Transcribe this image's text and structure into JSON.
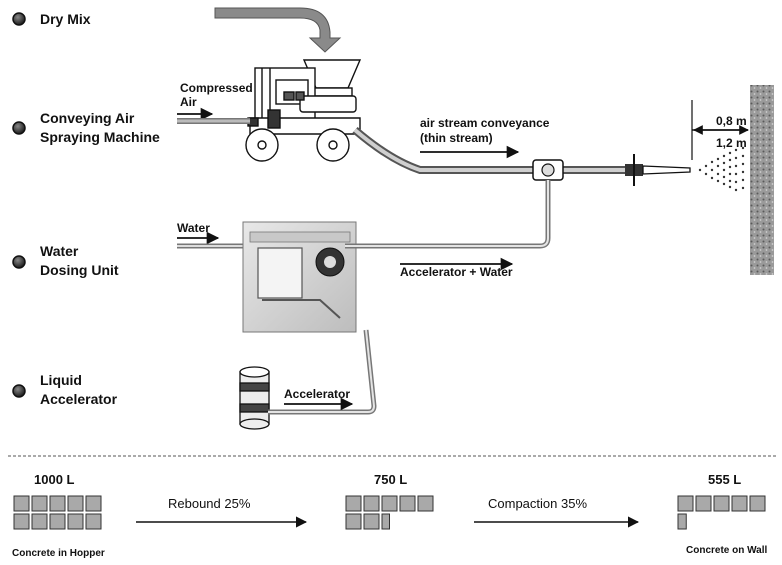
{
  "legend": {
    "dry_mix": "Dry Mix",
    "conveying_air_line1": "Conveying Air",
    "conveying_air_line2": "Spraying Machine",
    "water_dosing_line1": "Water",
    "water_dosing_line2": "Dosing Unit",
    "liquid_acc_line1": "Liquid",
    "liquid_acc_line2": "Accelerator"
  },
  "labels": {
    "compressed_line1": "Compressed",
    "compressed_line2": "Air",
    "air_stream_line1": "air stream conveyance",
    "air_stream_line2": "(thin stream)",
    "water": "Water",
    "accelerator_water": "Accelerator + Water",
    "accelerator": "Accelerator",
    "dist_near": "0,8 m",
    "dist_far": "1,2 m"
  },
  "balance": {
    "hopper_volume": "1000 L",
    "hopper_caption": "Concrete in Hopper",
    "rebound": "Rebound 25%",
    "mid_volume": "750 L",
    "compaction": "Compaction 35%",
    "wall_volume": "555 L",
    "wall_caption": "Concrete on Wall",
    "hopper_blocks": 10,
    "mid_blocks": 7.5,
    "wall_blocks": 5.55
  },
  "colors": {
    "line": "#111111",
    "block_fill": "#a9a9a9",
    "hose": "#8c8c8c",
    "bullet": "#222222"
  }
}
